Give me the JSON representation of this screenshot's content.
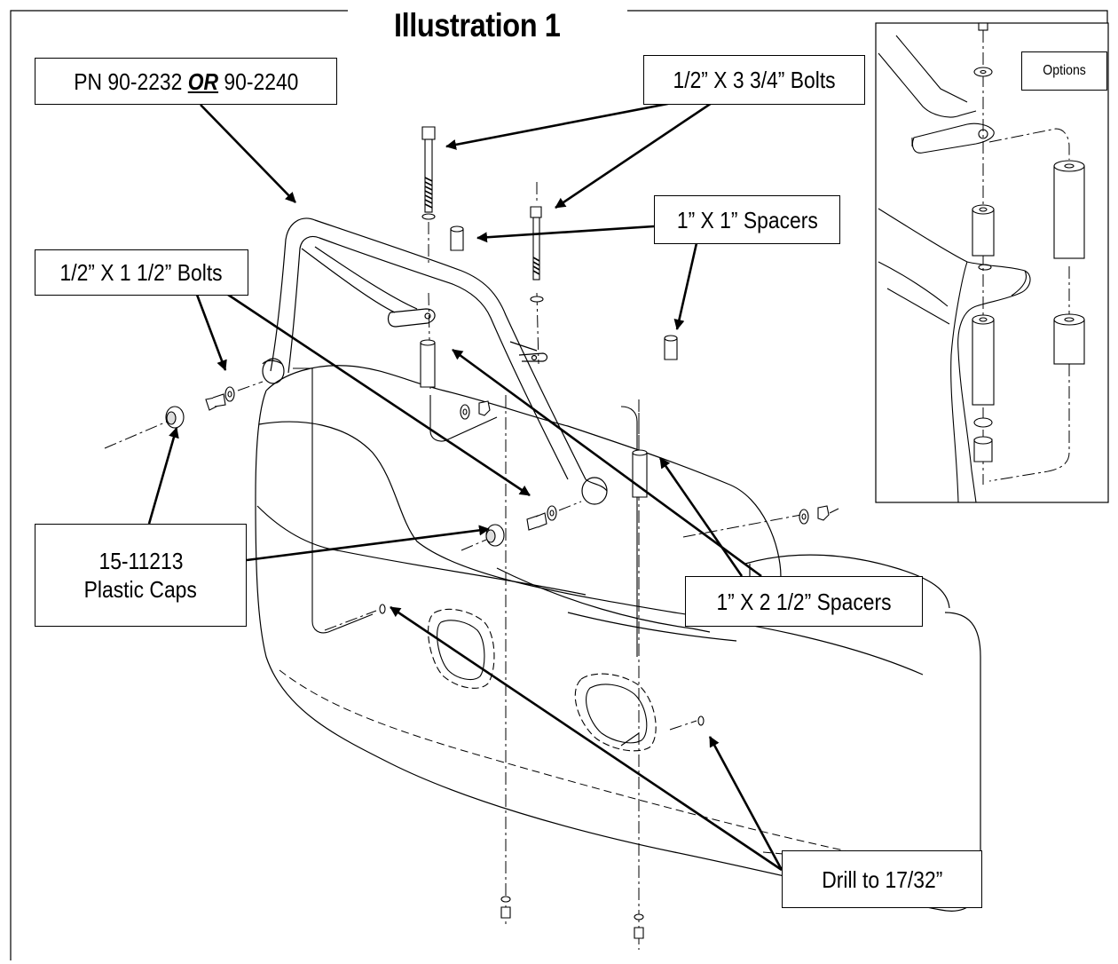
{
  "title": "Illustration 1",
  "part_number": {
    "prefix": "PN 90-2232",
    "conjunction": "OR",
    "alt": "90-2240"
  },
  "callouts": {
    "bolts_long": "1/2” X 3 3/4” Bolts",
    "spacers_short": "1” X 1” Spacers",
    "bolts_short": "1/2” X 1 1/2” Bolts",
    "caps_line1": "15-11213",
    "caps_line2": "Plastic Caps",
    "spacers_long": "1” X  2 1/2” Spacers",
    "drill": "Drill to 17/32”"
  },
  "inset": {
    "label": "Options"
  }
}
